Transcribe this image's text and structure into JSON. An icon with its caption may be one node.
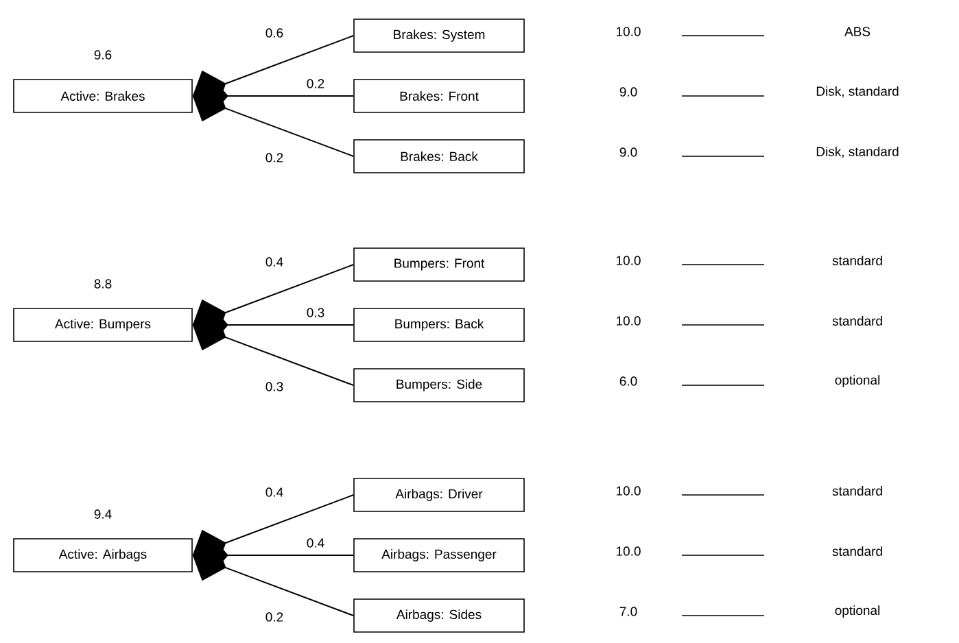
{
  "diagram": {
    "nodes": [
      {
        "text": [
          "Active: Brakes"
        ],
        "beside": [
          "9.6"
        ]
      },
      {
        "text": [
          "Brakes: System"
        ]
      },
      {
        "text": [
          "Brakes: Front"
        ]
      },
      {
        "text": [
          "Brakes: Back"
        ]
      },
      {
        "text": [
          "Active: Bumpers"
        ],
        "beside": [
          "8.8"
        ]
      },
      {
        "text": [
          "Bumpers: Front"
        ]
      },
      {
        "text": [
          "Bumpers: Back"
        ]
      },
      {
        "text": [
          "Bumpers: Side"
        ]
      },
      {
        "text": [
          "Active: Airbags"
        ],
        "beside": [
          "9.4"
        ]
      },
      {
        "text": [
          "Airbags: Driver"
        ]
      },
      {
        "text": [
          "Airbags: Passenger"
        ]
      },
      {
        "text": [
          "Airbags: Sides"
        ]
      }
    ],
    "edges": [
      {
        "from": 1,
        "to": 0,
        "arrow": "other",
        "label": "0.6"
      },
      {
        "from": 2,
        "to": 0,
        "arrow": "other",
        "label": "0.2"
      },
      {
        "from": 3,
        "to": 0,
        "arrow": "other",
        "label": "0.2"
      },
      {
        "from": 5,
        "to": 4,
        "arrow": "other",
        "label": "0.4"
      },
      {
        "from": 6,
        "to": 4,
        "arrow": "other",
        "label": "0.3"
      },
      {
        "from": 7,
        "to": 4,
        "arrow": "other",
        "label": "0.3"
      },
      {
        "from": 9,
        "to": 8,
        "arrow": "other",
        "label": "0.4"
      },
      {
        "from": 10,
        "to": 8,
        "arrow": "other",
        "label": "0.4"
      },
      {
        "from": 11,
        "to": 8,
        "arrow": "other",
        "label": "0.2"
      }
    ],
    "labels": [
      "10.0",
      "ABS",
      "9.0",
      "Disk, standard",
      "9.0",
      "Disk, standard",
      "10.0",
      "standard",
      "10.0",
      "standard",
      "6.0",
      "optional",
      "10.0",
      "standard",
      "10.0",
      "standard",
      "7.0",
      "optional"
    ]
  }
}
